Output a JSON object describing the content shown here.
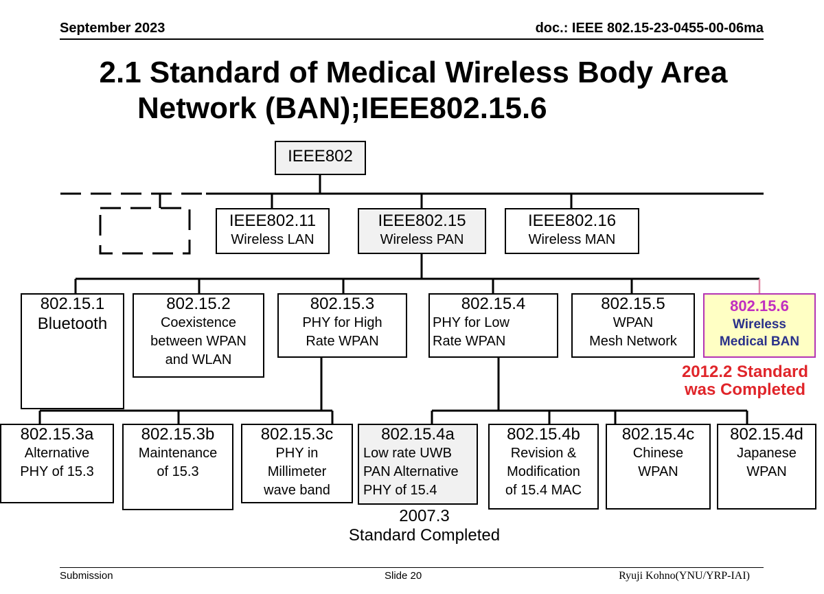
{
  "header": {
    "date": "September 2023",
    "doc": "doc.: IEEE 802.15-23-0455-00-06ma"
  },
  "title": {
    "line1": "2.1 Standard of Medical Wireless Body Area",
    "line2": "Network (BAN);IEEE802.15.6"
  },
  "root": {
    "code": "IEEE802"
  },
  "level1": [
    {
      "code": "IEEE802.11",
      "desc": "Wireless LAN"
    },
    {
      "code": "IEEE802.15",
      "desc": "Wireless PAN"
    },
    {
      "code": "IEEE802.16",
      "desc": "Wireless MAN"
    }
  ],
  "level2": [
    {
      "code": "802.15.1",
      "desc": "Bluetooth"
    },
    {
      "code": "802.15.2",
      "desc": "Coexistence\nbetween WPAN\nand WLAN"
    },
    {
      "code": "802.15.3",
      "desc": "PHY for High\nRate WPAN"
    },
    {
      "code": "802.15.4",
      "desc": "PHY for Low\nRate WPAN"
    },
    {
      "code": "802.15.5",
      "desc": "WPAN\nMesh Network"
    },
    {
      "code": "802.15.6",
      "desc": "Wireless\nMedical BAN"
    }
  ],
  "level3": [
    {
      "code": "802.15.3a",
      "desc": "Alternative\nPHY of 15.3"
    },
    {
      "code": "802.15.3b",
      "desc": "Maintenance\nof 15.3"
    },
    {
      "code": "802.15.3c",
      "desc": "PHY in\nMillimeter\nwave band"
    },
    {
      "code": "802.15.4a",
      "desc": "Low rate UWB\nPAN Alternative\nPHY of 15.4"
    },
    {
      "code": "802.15.4b",
      "desc": "Revision  &\nModification\nof 15.4 MAC"
    },
    {
      "code": "802.15.4c",
      "desc": "Chinese\nWPAN"
    },
    {
      "code": "802.15.4d",
      "desc": "Japanese\nWPAN"
    }
  ],
  "notes": {
    "ban_status": "2012.2 Standard\nwas  Completed",
    "uwb_status": "2007.3\nStandard Completed"
  },
  "colors": {
    "highlight_fill": "#ffffc4",
    "highlight_border": "#b433b4",
    "highlight_code": "#c02ec0",
    "highlight_desc": "#2a318a",
    "status_red": "#e0252a",
    "gray_fill": "#f1f1f1"
  },
  "footer": {
    "left": "Submission",
    "center": "Slide 20",
    "right": "Ryuji Kohno(YNU/YRP-IAI)"
  }
}
